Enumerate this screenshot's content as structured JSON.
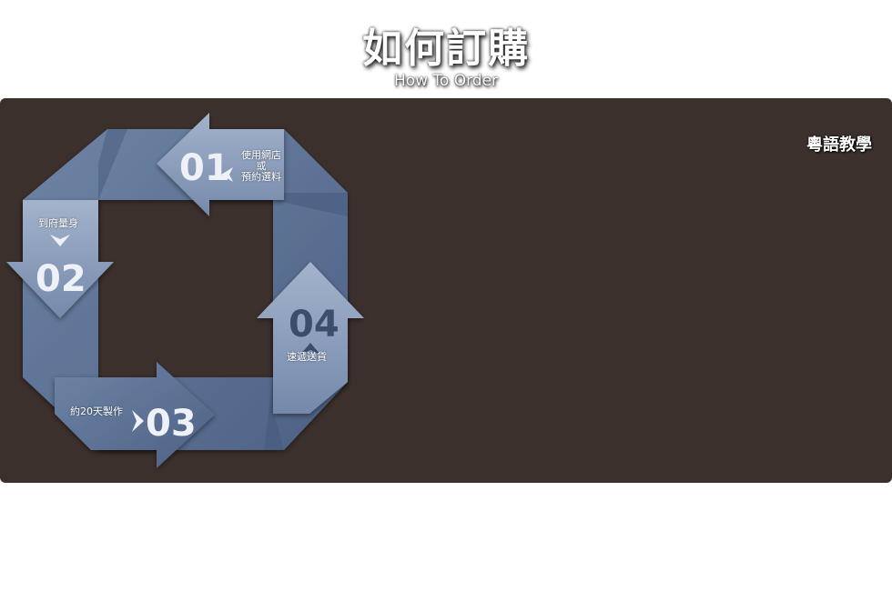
{
  "header": {
    "title": "如何訂購",
    "subtitle": "How To Order"
  },
  "panel": {
    "lang_link": "粵語教學",
    "background": "#3c302d"
  },
  "steps": [
    {
      "number": "01",
      "lines": [
        "使用網店",
        "或",
        "預約選料"
      ]
    },
    {
      "number": "02",
      "lines": [
        "到府量身"
      ]
    },
    {
      "number": "03",
      "lines": [
        "約20天製作"
      ]
    },
    {
      "number": "04",
      "lines": [
        "速遞送貨"
      ]
    }
  ],
  "colors": {
    "ribbon": "#5d7394",
    "arrow_light": "#8da0bc",
    "number_light": "#eef2f8",
    "number_dark": "#3a4d6b"
  }
}
